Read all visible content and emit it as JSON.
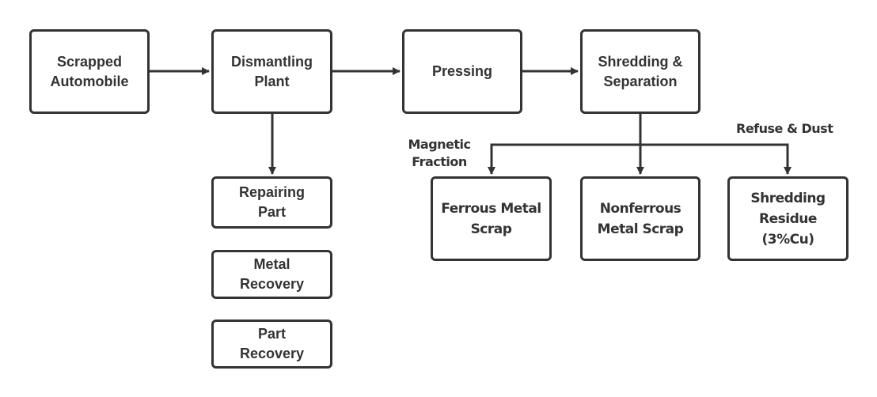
{
  "diagram": {
    "nodes": {
      "scrapped_automobile": "Scrapped\nAutomobile",
      "dismantling_plant": "Dismantling\nPlant",
      "pressing": "Pressing",
      "shredding_separation": "Shredding &\nSeparation",
      "repairing_part": "Repairing\nPart",
      "metal_recovery": "Metal\nRecovery",
      "part_recovery": "Part\nRecovery",
      "ferrous_metal_scrap": "Ferrous Metal\nScrap",
      "nonferrous_metal_scrap": "Nonferrous\nMetal Scrap",
      "shredding_residue": "Shredding\nResidue\n(3%Cu)"
    },
    "edge_labels": {
      "magnetic_fraction": "Magnetic\nFraction",
      "refuse_dust": "Refuse & Dust"
    },
    "edges": [
      {
        "from": "scrapped_automobile",
        "to": "dismantling_plant"
      },
      {
        "from": "dismantling_plant",
        "to": "pressing"
      },
      {
        "from": "pressing",
        "to": "shredding_separation"
      },
      {
        "from": "dismantling_plant",
        "to": "repairing_part"
      },
      {
        "from": "shredding_separation",
        "to": "ferrous_metal_scrap",
        "label": "magnetic_fraction"
      },
      {
        "from": "shredding_separation",
        "to": "nonferrous_metal_scrap"
      },
      {
        "from": "shredding_separation",
        "to": "shredding_residue",
        "label": "refuse_dust"
      }
    ],
    "colors": {
      "stroke": "#333333",
      "background": "#ffffff"
    }
  }
}
